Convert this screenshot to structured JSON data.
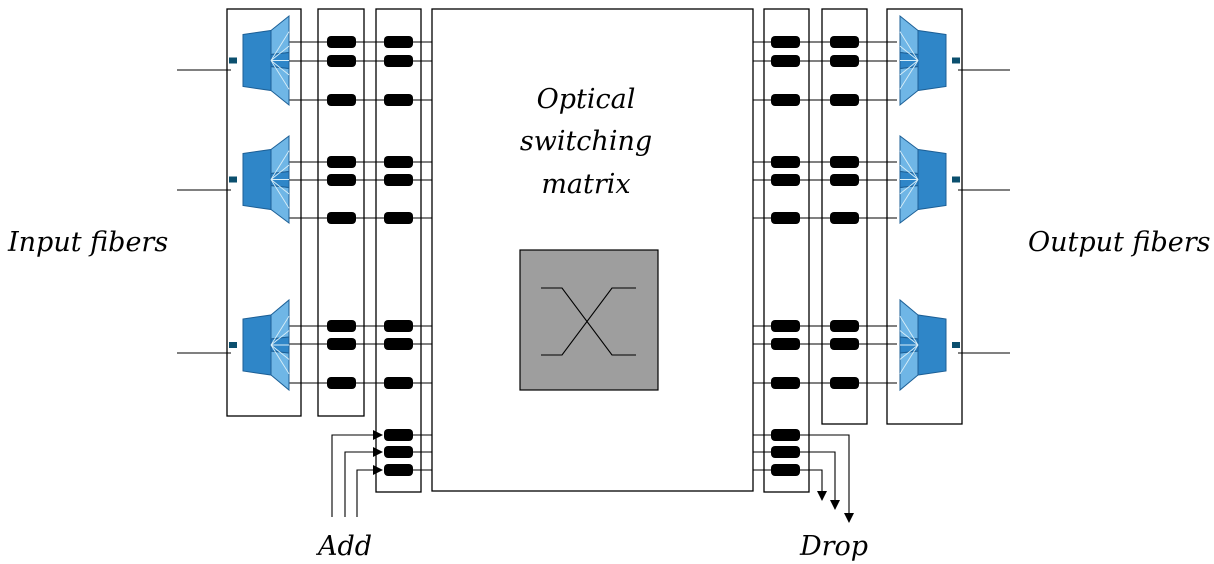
{
  "labels": {
    "input": "Input fibers",
    "output": "Output fibers",
    "matrix_line1": "Optical",
    "matrix_line2": "switching",
    "matrix_line3": "matrix",
    "add": "Add",
    "drop": "Drop"
  },
  "colors": {
    "demux_fill": "#2f86c8",
    "demux_light": "#6fb6e6",
    "demux_dark": "#1c5f96",
    "connector_dark": "#0b4f6e",
    "switch_fill": "#9e9e9e",
    "component_fill": "#000000"
  },
  "icons": {
    "demultiplexer": "prism-demux-icon",
    "multiplexer": "prism-mux-icon",
    "attenuator": "rounded-rectangle-component",
    "switch_element": "crossbar-switch-icon"
  }
}
